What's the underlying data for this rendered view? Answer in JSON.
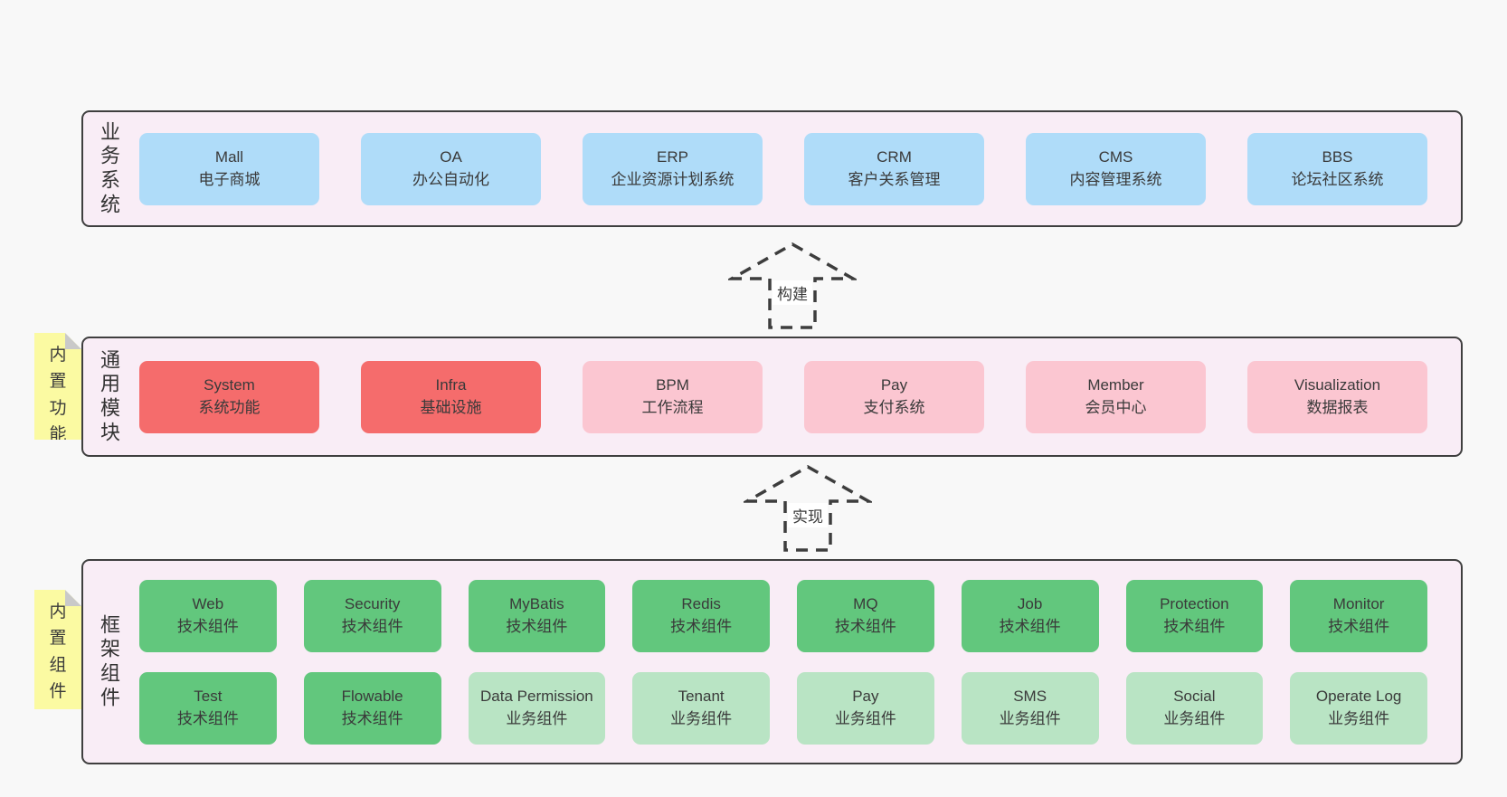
{
  "colors": {
    "page_bg": "#f8f8f8",
    "layer_bg": "#f9edf6",
    "layer_border": "#3f3f3f",
    "blue_box": "#afdcf9",
    "red_box": "#f56c6c",
    "pink_box": "#fbc6d1",
    "green_box": "#62c77d",
    "light_green_box": "#b9e4c4",
    "note_bg": "#fbfaa2",
    "note_fold": "#c9c9c9",
    "text": "#3a3a3a"
  },
  "arrows": [
    {
      "label": "构建",
      "direction": "up",
      "icon": "dashed-block-arrow"
    },
    {
      "label": "实现",
      "direction": "up",
      "icon": "dashed-block-arrow"
    }
  ],
  "layers": [
    {
      "label": "业务系统",
      "note": "",
      "rows": [
        [
          {
            "title": "Mall",
            "subtitle": "电子商城",
            "color": "blue"
          },
          {
            "title": "OA",
            "subtitle": "办公自动化",
            "color": "blue"
          },
          {
            "title": "ERP",
            "subtitle": "企业资源计划系统",
            "color": "blue"
          },
          {
            "title": "CRM",
            "subtitle": "客户关系管理",
            "color": "blue"
          },
          {
            "title": "CMS",
            "subtitle": "内容管理系统",
            "color": "blue"
          },
          {
            "title": "BBS",
            "subtitle": "论坛社区系统",
            "color": "blue"
          }
        ]
      ]
    },
    {
      "label": "通用模块",
      "note": "内置功能",
      "rows": [
        [
          {
            "title": "System",
            "subtitle": "系统功能",
            "color": "red"
          },
          {
            "title": "Infra",
            "subtitle": "基础设施",
            "color": "red"
          },
          {
            "title": "BPM",
            "subtitle": "工作流程",
            "color": "pink"
          },
          {
            "title": "Pay",
            "subtitle": "支付系统",
            "color": "pink"
          },
          {
            "title": "Member",
            "subtitle": "会员中心",
            "color": "pink"
          },
          {
            "title": "Visualization",
            "subtitle": "数据报表",
            "color": "pink"
          }
        ]
      ]
    },
    {
      "label": "框架组件",
      "note": "内置组件",
      "rows": [
        [
          {
            "title": "Web",
            "subtitle": "技术组件",
            "color": "green"
          },
          {
            "title": "Security",
            "subtitle": "技术组件",
            "color": "green"
          },
          {
            "title": "MyBatis",
            "subtitle": "技术组件",
            "color": "green"
          },
          {
            "title": "Redis",
            "subtitle": "技术组件",
            "color": "green"
          },
          {
            "title": "MQ",
            "subtitle": "技术组件",
            "color": "green"
          },
          {
            "title": "Job",
            "subtitle": "技术组件",
            "color": "green"
          },
          {
            "title": "Protection",
            "subtitle": "技术组件",
            "color": "green"
          },
          {
            "title": "Monitor",
            "subtitle": "技术组件",
            "color": "green"
          }
        ],
        [
          {
            "title": "Test",
            "subtitle": "技术组件",
            "color": "green"
          },
          {
            "title": "Flowable",
            "subtitle": "技术组件",
            "color": "green"
          },
          {
            "title": "Data Permission",
            "subtitle": "业务组件",
            "color": "lightgreen"
          },
          {
            "title": "Tenant",
            "subtitle": "业务组件",
            "color": "lightgreen"
          },
          {
            "title": "Pay",
            "subtitle": "业务组件",
            "color": "lightgreen"
          },
          {
            "title": "SMS",
            "subtitle": "业务组件",
            "color": "lightgreen"
          },
          {
            "title": "Social",
            "subtitle": "业务组件",
            "color": "lightgreen"
          },
          {
            "title": "Operate Log",
            "subtitle": "业务组件",
            "color": "lightgreen"
          }
        ]
      ]
    }
  ]
}
